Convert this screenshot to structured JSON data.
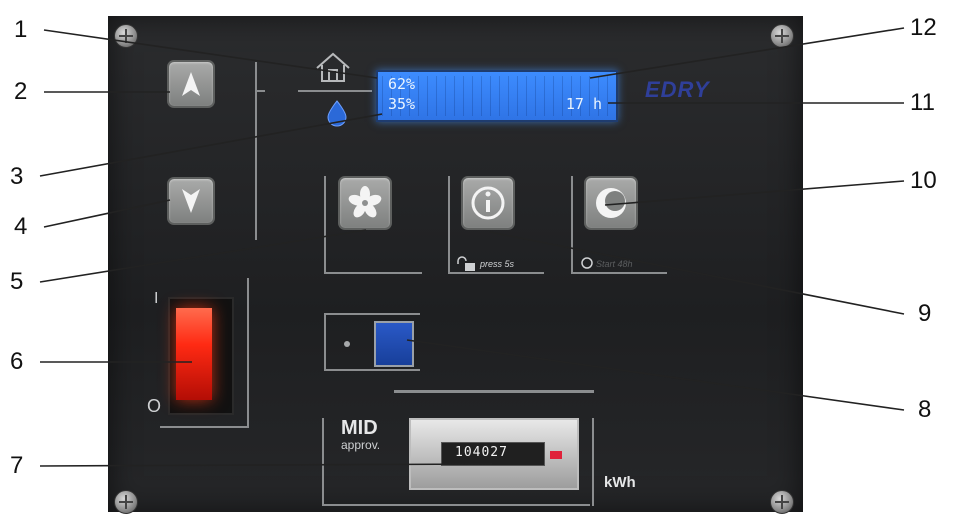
{
  "display": {
    "line1_value": "62%",
    "line2_value": "35%",
    "line2_right": "17 h"
  },
  "labels": {
    "press": "press 5s",
    "timer": "Start 48h",
    "mid": "MID",
    "approv": "approv.",
    "kwh": "kWh",
    "switch_on": "I",
    "switch_off": "O",
    "brand": "EDRY"
  },
  "meter": {
    "reading": "104027"
  },
  "callouts": [
    "1",
    "2",
    "3",
    "4",
    "5",
    "6",
    "7",
    "8",
    "9",
    "10",
    "11",
    "12"
  ],
  "colors": {
    "lcd": "#3d8cff",
    "rocker": "#ff2a13",
    "blue_button": "#1c4aaf",
    "meter_marker": "#e0213a"
  },
  "icons": [
    "house-icon",
    "drop-icon",
    "arrow-up-icon",
    "arrow-down-icon",
    "fan-icon",
    "info-icon",
    "timer-icon",
    "lock-icon",
    "power-icon"
  ]
}
